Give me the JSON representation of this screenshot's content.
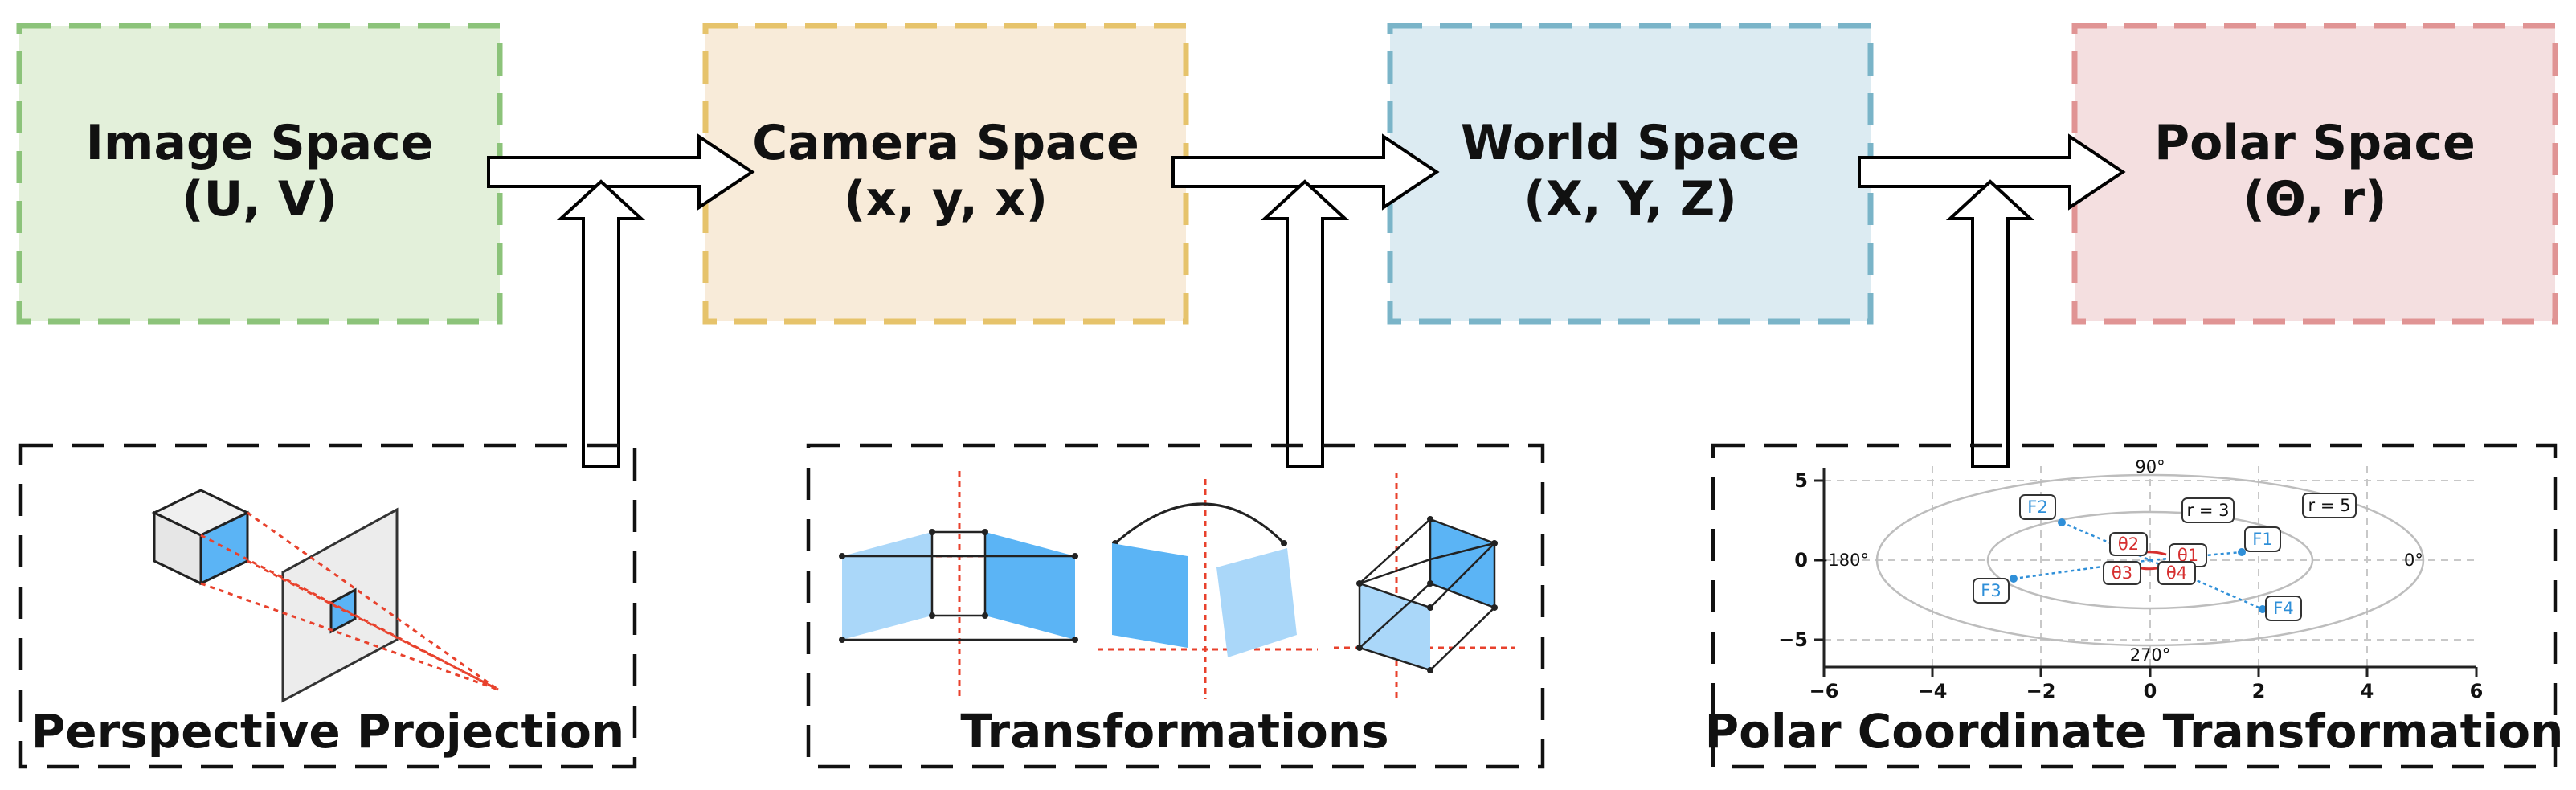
{
  "spaces": [
    {
      "name": "Image Space",
      "coords": "(U, V)",
      "fill": "#e3f0da",
      "stroke": "#8cc37a"
    },
    {
      "name": "Camera Space",
      "coords": "(x, y, x)",
      "fill": "#f8ebd9",
      "stroke": "#e6c36b"
    },
    {
      "name": "World Space",
      "coords": "(X, Y, Z)",
      "fill": "#dcebf2",
      "stroke": "#7ab4c8"
    },
    {
      "name": "Polar Space",
      "coords": "(Θ, r)",
      "fill": "#f4dfe0",
      "stroke": "#e09494"
    }
  ],
  "captions": {
    "perspective": "Perspective Projection",
    "transformations": "Transformations",
    "polar": "Polar Coordinate Transformation"
  },
  "polar_plot": {
    "x_ticks": [
      "−6",
      "−4",
      "−2",
      "0",
      "2",
      "4",
      "6"
    ],
    "y_ticks": [
      "5",
      "0",
      "−5"
    ],
    "angle_labels": {
      "top": "90°",
      "bottom": "270°",
      "left": "−180°",
      "right": "0°"
    },
    "radius_labels": [
      "r = 3",
      "r = 5"
    ],
    "feature_labels": [
      "F1",
      "F2",
      "F3",
      "F4"
    ],
    "theta_labels": [
      "θ2",
      "θ1",
      "θ3",
      "θ4"
    ],
    "colors": {
      "feature": "#2f8fd8",
      "theta": "#d62f2f",
      "grid": "#c8c8c8",
      "accent": "#5bb4f5"
    }
  }
}
